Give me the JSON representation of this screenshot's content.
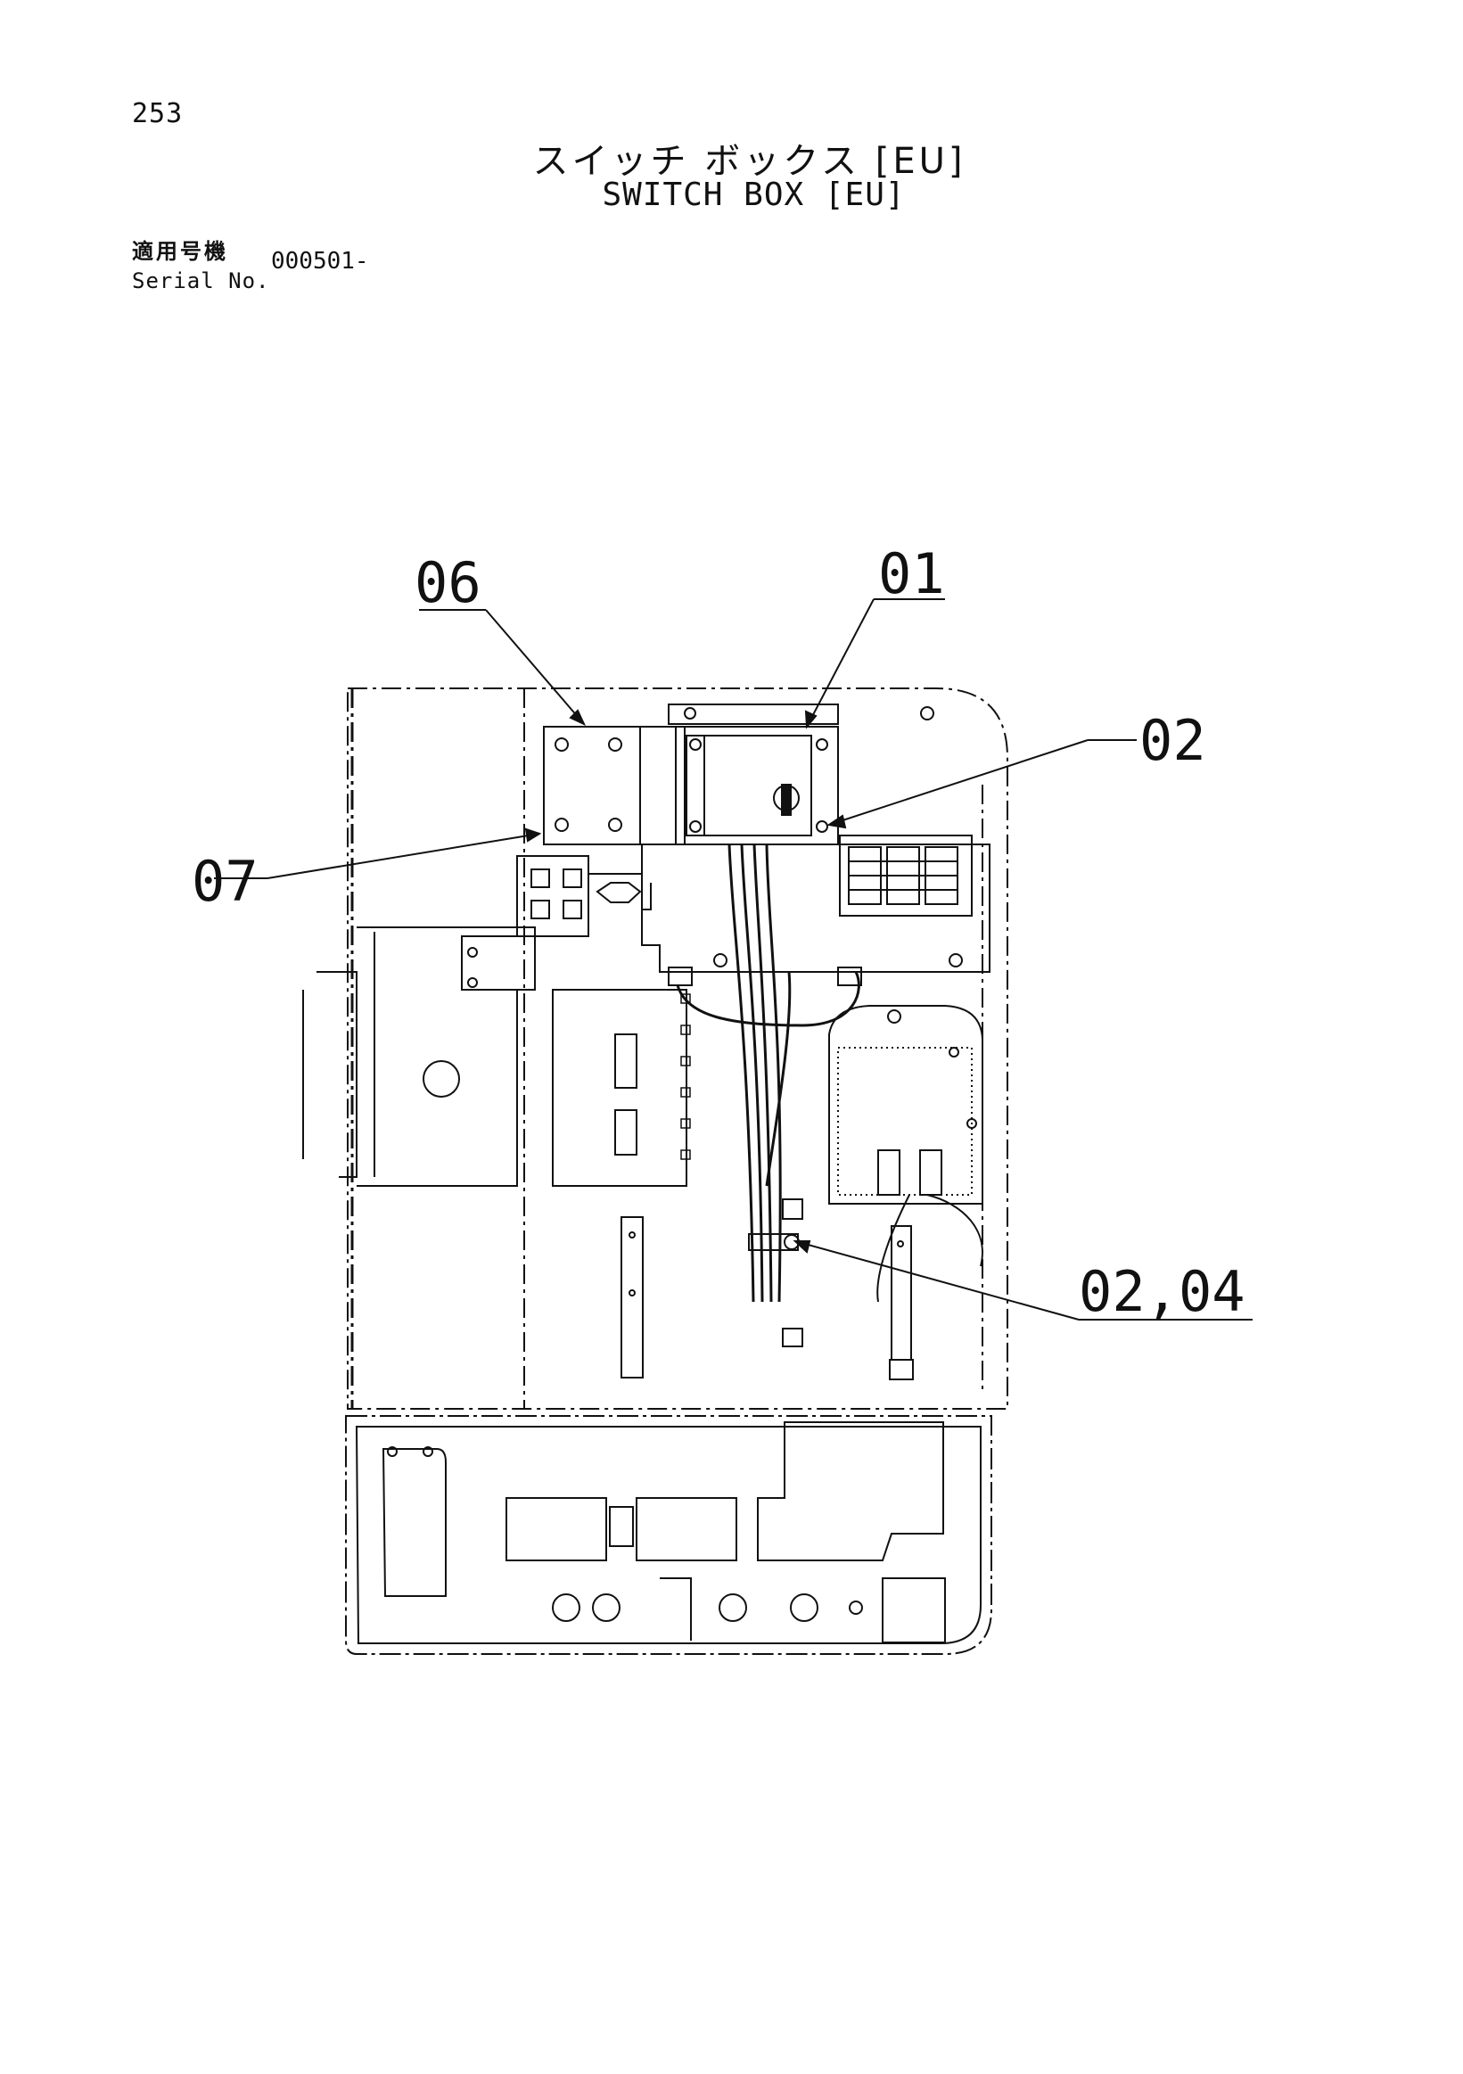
{
  "page_number": "253",
  "title_jp": "スイッチ ボックス [EU]",
  "title_en": "SWITCH BOX [EU]",
  "serial": {
    "label_jp": "適用号機",
    "label_en": "Serial No.",
    "value": "000501-"
  },
  "callouts": [
    {
      "id": "06",
      "label": "06"
    },
    {
      "id": "01",
      "label": "01"
    },
    {
      "id": "02",
      "label": "02"
    },
    {
      "id": "07",
      "label": "07"
    },
    {
      "id": "02_04",
      "label": "02,04"
    }
  ]
}
